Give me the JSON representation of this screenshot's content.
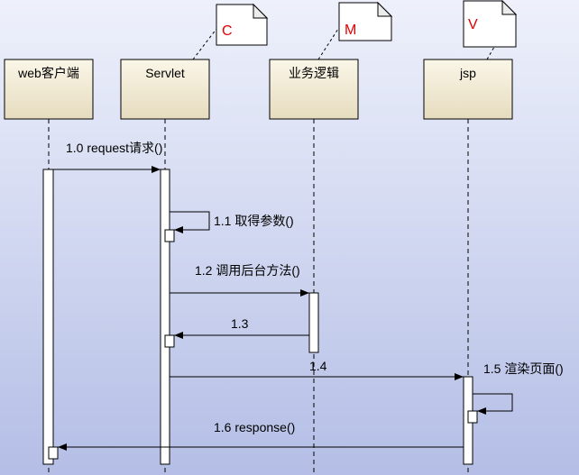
{
  "colors": {
    "background_top": "#eef1fb",
    "background_bottom": "#b4bee6",
    "box_top": "#faf6e8",
    "box_bottom": "#e6dcbe",
    "note_text": "#e00000"
  },
  "lifelines": [
    {
      "id": "web",
      "label": "web客户端"
    },
    {
      "id": "servlet",
      "label": "Servlet"
    },
    {
      "id": "biz",
      "label": "业务逻辑"
    },
    {
      "id": "jsp",
      "label": "jsp"
    }
  ],
  "notes": [
    {
      "target": "servlet",
      "label": "C"
    },
    {
      "target": "biz",
      "label": "M"
    },
    {
      "target": "jsp",
      "label": "V"
    }
  ],
  "messages": [
    {
      "id": "m10",
      "label": "1.0 request请求()",
      "from": "web",
      "to": "servlet",
      "type": "call"
    },
    {
      "id": "m11",
      "label": "1.1 取得参数()",
      "from": "servlet",
      "to": "servlet",
      "type": "self"
    },
    {
      "id": "m12",
      "label": "1.2 调用后台方法()",
      "from": "servlet",
      "to": "biz",
      "type": "call"
    },
    {
      "id": "m13",
      "label": "1.3",
      "from": "biz",
      "to": "servlet",
      "type": "return"
    },
    {
      "id": "m14",
      "label": "1.4",
      "from": "servlet",
      "to": "jsp",
      "type": "call"
    },
    {
      "id": "m15",
      "label": "1.5 渲染页面()",
      "from": "jsp",
      "to": "jsp",
      "type": "self"
    },
    {
      "id": "m16",
      "label": "1.6 response()",
      "from": "jsp",
      "to": "web",
      "type": "return"
    }
  ]
}
